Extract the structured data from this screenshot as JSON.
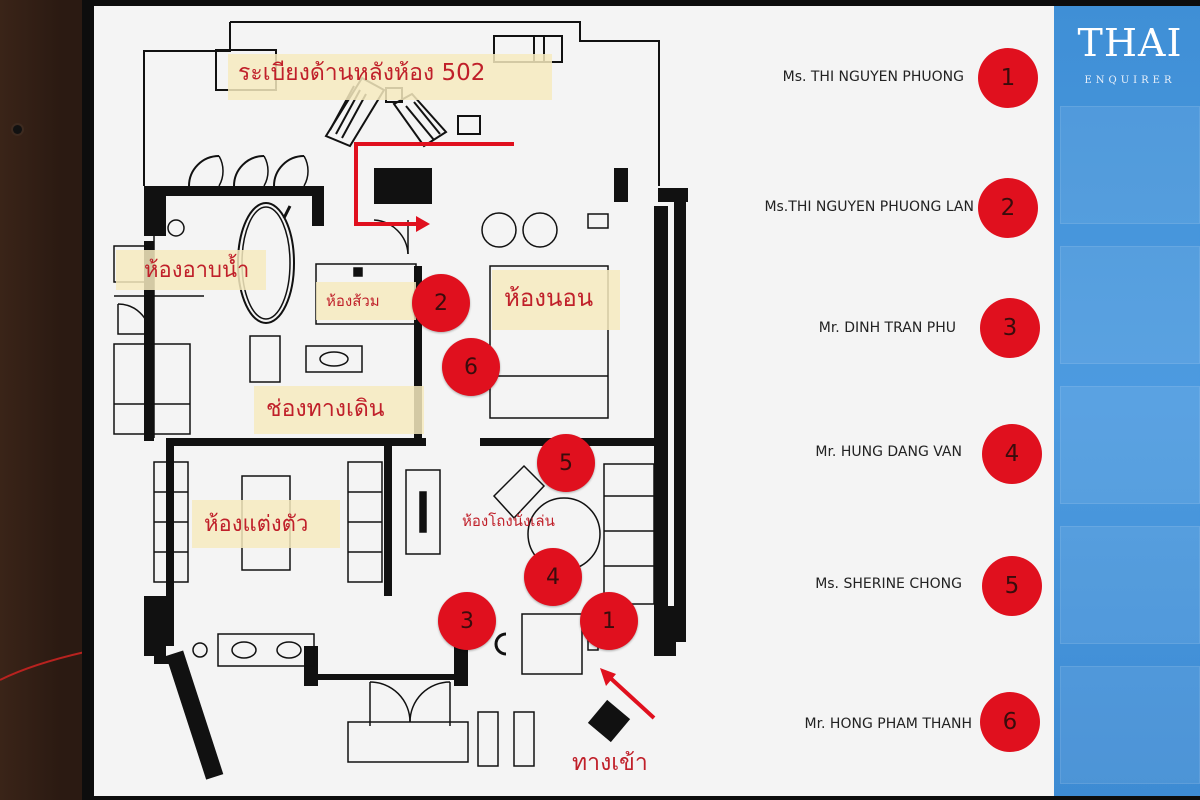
{
  "floor_plan": {
    "labels": {
      "rear_balcony": "ระเบียงด้านหลังห้อง 502",
      "bathroom": "ห้องอาบน้ำ",
      "toilet": "ห้องส้วม",
      "bedroom": "ห้องนอน",
      "corridor": "ช่องทางเดิน",
      "dressing_room": "ห้องแต่งตัว",
      "living_room": "ห้องโถงนั่งเล่น",
      "entrance": "ทางเข้า"
    },
    "markers": [
      "2",
      "6",
      "5",
      "4",
      "3",
      "1"
    ]
  },
  "legend": [
    {
      "number": "1",
      "name": "Ms. THI NGUYEN PHUONG"
    },
    {
      "number": "2",
      "name": "Ms.THI NGUYEN PHUONG LAN"
    },
    {
      "number": "3",
      "name": "Mr. DINH TRAN PHU"
    },
    {
      "number": "4",
      "name": "Mr. HUNG DANG VAN"
    },
    {
      "number": "5",
      "name": "Ms. SHERINE CHONG"
    },
    {
      "number": "6",
      "name": "Mr. HONG PHAM THANH"
    }
  ],
  "brand": {
    "name": "THAI",
    "tagline": "ENQUIRER"
  },
  "colors": {
    "marker": "#e0101e",
    "label_text": "#c0202a",
    "label_highlight": "#f6eabe",
    "arrow": "#e0101e",
    "side_panel": "#4a96dc"
  }
}
